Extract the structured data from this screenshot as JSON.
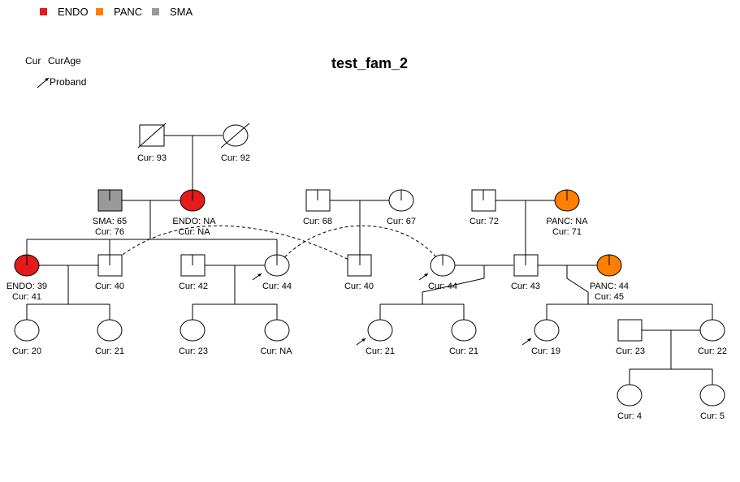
{
  "title": "test_fam_2",
  "legend": [
    {
      "label": "ENDO",
      "color": "#e41a1c"
    },
    {
      "label": "PANC",
      "color": "#ff7f00"
    },
    {
      "label": "SMA",
      "color": "#999999"
    }
  ],
  "key": {
    "col1": "Cur",
    "col2": "CurAge",
    "proband": "Proband"
  },
  "people": {
    "p1": {
      "line1": "Cur: 93",
      "line2": ""
    },
    "p2": {
      "line1": "Cur: 92",
      "line2": ""
    },
    "p3": {
      "line1": "SMA: 65",
      "line2": "Cur: 76"
    },
    "p4": {
      "line1": "ENDO: NA",
      "line2": "Cur: NA"
    },
    "p5": {
      "line1": "Cur: 68",
      "line2": ""
    },
    "p6": {
      "line1": "Cur: 67",
      "line2": ""
    },
    "p7": {
      "line1": "Cur: 72",
      "line2": ""
    },
    "p8": {
      "line1": "PANC: NA",
      "line2": "Cur: 71"
    },
    "p9": {
      "line1": "ENDO: 39",
      "line2": "Cur: 41"
    },
    "p10": {
      "line1": "Cur: 40",
      "line2": ""
    },
    "p11": {
      "line1": "Cur: 42",
      "line2": ""
    },
    "p12": {
      "line1": "Cur: 44",
      "line2": ""
    },
    "p13": {
      "line1": "Cur: 40",
      "line2": ""
    },
    "p14": {
      "line1": "Cur: 44",
      "line2": ""
    },
    "p15": {
      "line1": "Cur: 43",
      "line2": ""
    },
    "p16": {
      "line1": "PANC: 44",
      "line2": "Cur: 45"
    },
    "p17": {
      "line1": "Cur: 20",
      "line2": ""
    },
    "p18": {
      "line1": "Cur: 21",
      "line2": ""
    },
    "p19": {
      "line1": "Cur: 23",
      "line2": ""
    },
    "p20": {
      "line1": "Cur: NA",
      "line2": ""
    },
    "p21": {
      "line1": "Cur: 21",
      "line2": ""
    },
    "p22": {
      "line1": "Cur: 21",
      "line2": ""
    },
    "p23": {
      "line1": "Cur: 19",
      "line2": ""
    },
    "p24": {
      "line1": "Cur: 23",
      "line2": ""
    },
    "p25": {
      "line1": "Cur: 22",
      "line2": ""
    },
    "p26": {
      "line1": "Cur: 4",
      "line2": ""
    },
    "p27": {
      "line1": "Cur: 5",
      "line2": ""
    }
  }
}
